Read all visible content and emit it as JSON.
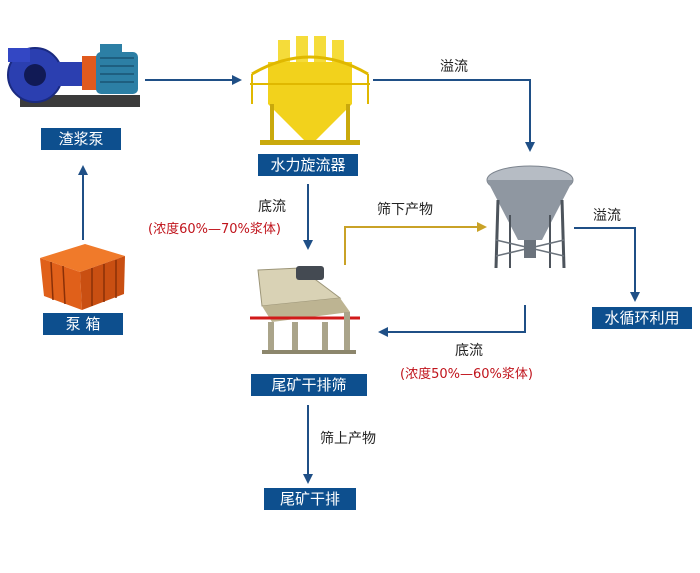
{
  "nodes": {
    "slurry_pump": "渣浆泵",
    "hydrocyclone": "水力旋流器",
    "pump_box": "泵 箱",
    "dewatering_screen": "尾矿干排筛",
    "dry_tailings": "尾矿干排",
    "water_reuse": "水循环利用"
  },
  "flows": {
    "overflow_top": "溢流",
    "underflow_cyclone": "底流",
    "underflow_cyclone_conc": "(浓度60%—70%浆体)",
    "undersize": "筛下产物",
    "overflow_thickener": "溢流",
    "underflow_thickener": "底流",
    "underflow_thickener_conc": "(浓度50%—60%浆体)",
    "oversize": "筛上产物"
  },
  "colors": {
    "label_bg": "#0d4f8e",
    "arrow": "#1f4f86",
    "undersize_arrow": "#c9a227",
    "concentration_text": "#c0141c"
  }
}
